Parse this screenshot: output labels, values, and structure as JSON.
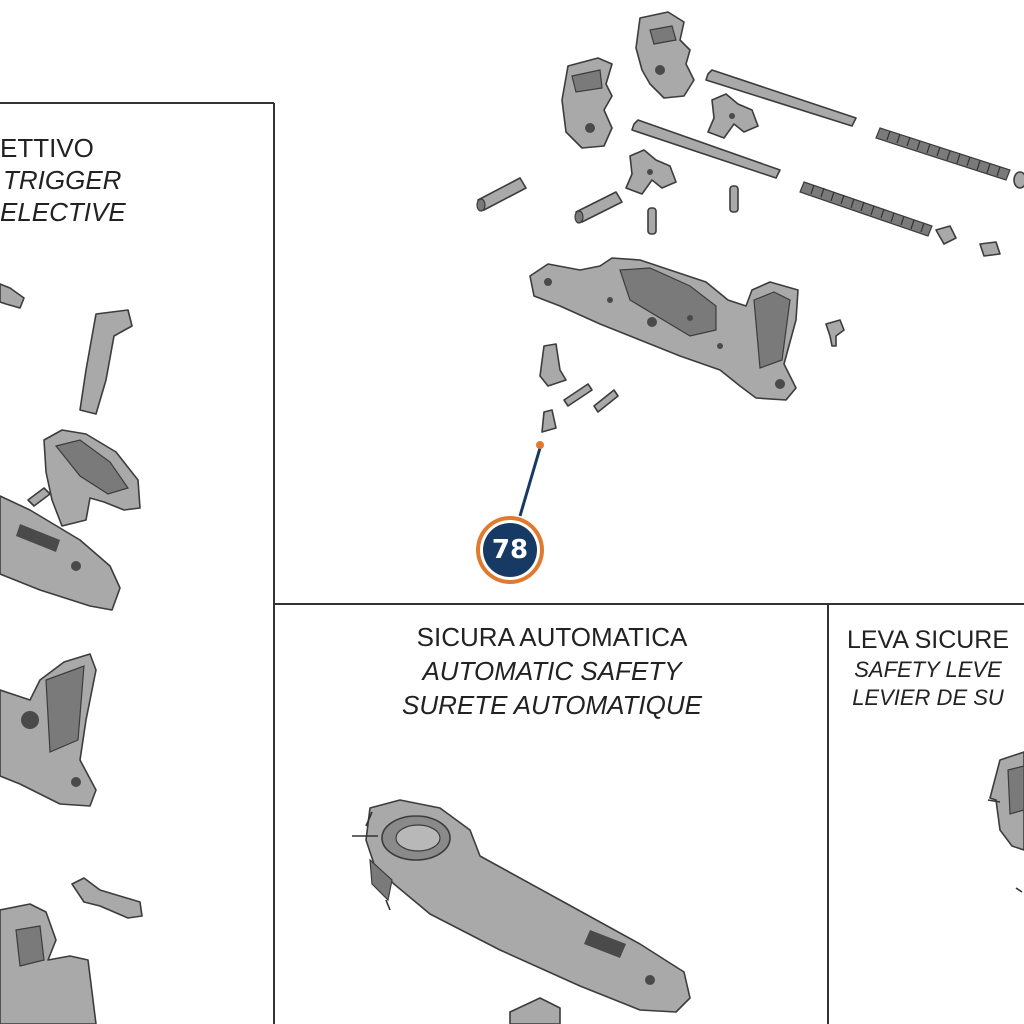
{
  "panels": {
    "selective_trigger": {
      "line1": "ETTIVO",
      "line2": "TRIGGER",
      "line3": "ELECTIVE"
    },
    "automatic_safety": {
      "line1": "SICURA AUTOMATICA",
      "line2": "AUTOMATIC SAFETY",
      "line3": "SURETE AUTOMATIQUE"
    },
    "safety_lever": {
      "line1": "LEVA SICURE",
      "line2": "SAFETY LEVE",
      "line3": "LEVIER DE SU"
    }
  },
  "callout": {
    "number": "78",
    "fill_color": "#163a63",
    "ring_color": "#e07a2e"
  },
  "colors": {
    "part_fill": "#a9a9a9",
    "part_stroke": "#3c3c3c",
    "part_shadow": "#6f6f6f",
    "panel_border": "#333333"
  }
}
